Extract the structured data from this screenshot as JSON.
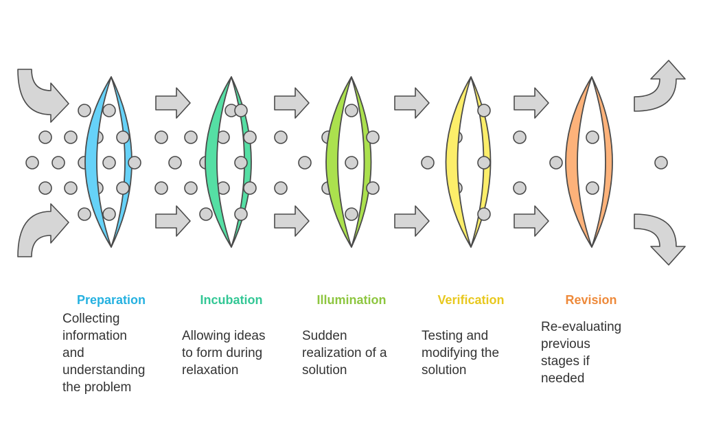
{
  "stages": [
    {
      "title": "Preparation",
      "color": "#25B1E0",
      "ring_fill": "#66D2F8",
      "description": "Collecting\ninformation\nand\nunderstanding\nthe problem"
    },
    {
      "title": "Incubation",
      "color": "#33C795",
      "ring_fill": "#55DFA4",
      "description": "Allowing ideas\nto form during\nrelaxation"
    },
    {
      "title": "Illumination",
      "color": "#8DC63F",
      "ring_fill": "#ABE14E",
      "description": "Sudden\nrealization of a\nsolution"
    },
    {
      "title": "Verification",
      "color": "#E8C81E",
      "ring_fill": "#FCEE6A",
      "description": "Testing and\nmodifying the\nsolution"
    },
    {
      "title": "Revision",
      "color": "#EE8A3B",
      "ring_fill": "#FDB27A",
      "description": "Re-evaluating\nprevious\nstages if\nneeded"
    }
  ],
  "colors": {
    "arrow_fill": "#D6D6D6",
    "dot_fill": "#D3D3D3",
    "outline": "#4A4A4A"
  },
  "icons": {
    "arrows": "arrow-icon",
    "particles": "dot-icon"
  }
}
